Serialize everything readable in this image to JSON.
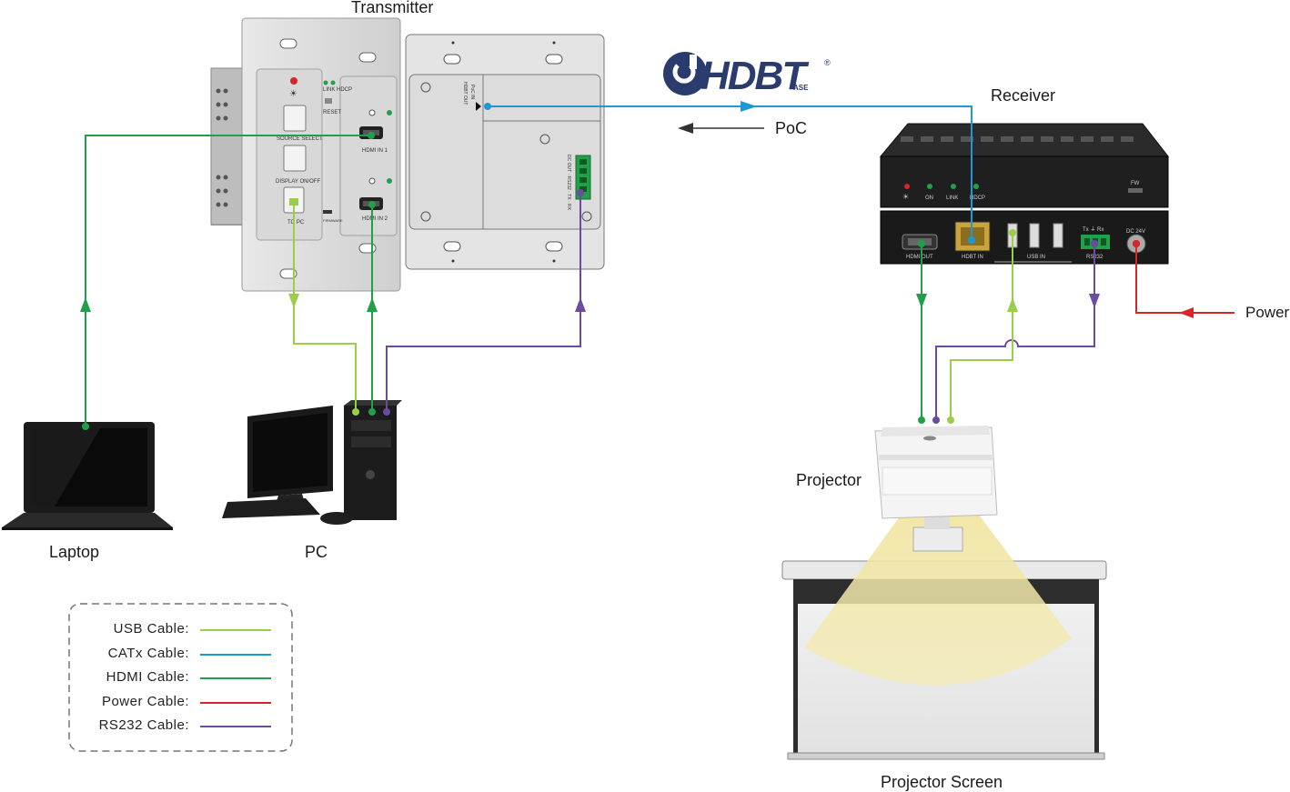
{
  "labels": {
    "transmitter": "Transmitter",
    "receiver": "Receiver",
    "poc": "PoC",
    "power": "Power",
    "laptop": "Laptop",
    "pc": "PC",
    "projector": "Projector",
    "projector_screen": "Projector Screen"
  },
  "logo": {
    "text": "HDBT",
    "sub": "ASE",
    "reg": "®"
  },
  "transmitter_panel": {
    "link_hdcp": "LINK HDCP",
    "reset": "RESET",
    "source_select": "SOURCE SELECT",
    "display_onoff": "DISPLAY ON/OFF",
    "to_pc": "TO PC",
    "firmware": "FIRMWARE",
    "hdmi_in1": "HDMI IN 1",
    "hdmi_in2": "HDMI IN 2",
    "hdbt_out": "HDBT OUT",
    "poc_in": "PoC IN",
    "rs232_labels": "DC OUT · RS232 · TX · RX"
  },
  "receiver_panel": {
    "leds": [
      "ON",
      "LINK",
      "HDCP"
    ],
    "fw": "FW",
    "hdmi_out": "HDMI OUT",
    "hdbt_in": "HDBT IN",
    "usb_in": "USB IN",
    "rs232": "RS232",
    "rs232_pins": "Tx  ⏚  Rx",
    "dc": "DC 24V"
  },
  "legend": [
    {
      "name": "USB Cable:",
      "color": "#9acd4a"
    },
    {
      "name": "CATx Cable:",
      "color": "#1d9ad6"
    },
    {
      "name": "HDMI Cable:",
      "color": "#21a04a"
    },
    {
      "name": "Power Cable:",
      "color": "#d9252a"
    },
    {
      "name": "RS232 Cable:",
      "color": "#6a4ba0"
    }
  ],
  "colors": {
    "usb": "#9acd4a",
    "catx": "#1d9ad6",
    "hdmi": "#21a04a",
    "power": "#d9252a",
    "rs232": "#6a4ba0",
    "logo": "#2a3b6e"
  }
}
